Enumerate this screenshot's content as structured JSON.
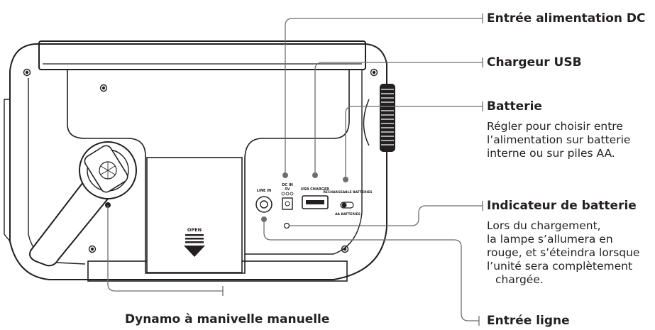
{
  "callouts": [
    {
      "title": "Entrée alimentation DC"
    },
    {
      "title": "Chargeur USB"
    },
    {
      "title": "Batterie",
      "description": [
        "Régler pour choisir entre",
        "l’alimentation sur batterie",
        "interne ou sur piles AA."
      ]
    },
    {
      "title": "Indicateur de batterie",
      "description": [
        "Lors du chargement,",
        "la lampe s’allumera en",
        "rouge, et s’éteindra lorsque",
        "l’unité sera complètement",
        "chargée."
      ]
    },
    {
      "title": "Entrée ligne"
    },
    {
      "title": "Dynamo à manivelle manuelle"
    }
  ],
  "panel_labels": {
    "line_in": "LINE IN",
    "dc_in": "DC IN",
    "dc_in_voltage": "5V",
    "usb_charger": "USB CHARGER",
    "rechargeable_battery": "RECHARGEABLE BATTERIES",
    "aa_battery": "AA BATTERIES",
    "open": "OPEN"
  },
  "colors": {
    "line": "#231f20",
    "device_fill": "#ffffff",
    "callout_line": "#6d6e71"
  }
}
